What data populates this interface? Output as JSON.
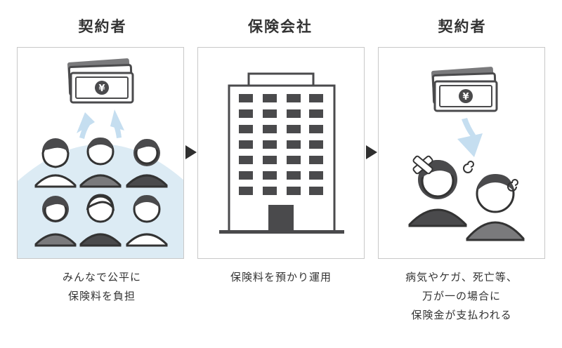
{
  "columns": [
    {
      "title": "契約者",
      "caption_lines": [
        "みんなで公平に",
        "保険料を負担"
      ]
    },
    {
      "title": "保険会社",
      "caption_lines": [
        "保険料を預かり運用"
      ]
    },
    {
      "title": "契約者",
      "caption_lines": [
        "病気やケガ、死亡等、",
        "万が一の場合に",
        "保険金が支払われる"
      ]
    }
  ],
  "currency_symbol": "¥",
  "colors": {
    "dark": "#4a4a4c",
    "mid": "#7a7a7c",
    "outline": "#333333",
    "light_blue_bg": "#dcebf4",
    "arrow_blue": "#c5def0",
    "panel_border": "#c8c8c8"
  },
  "icons": {
    "money": "banknote-stack-icon",
    "building": "office-building-icon",
    "people": "people-group-icon",
    "flow": "right-triangle-arrow-icon"
  }
}
